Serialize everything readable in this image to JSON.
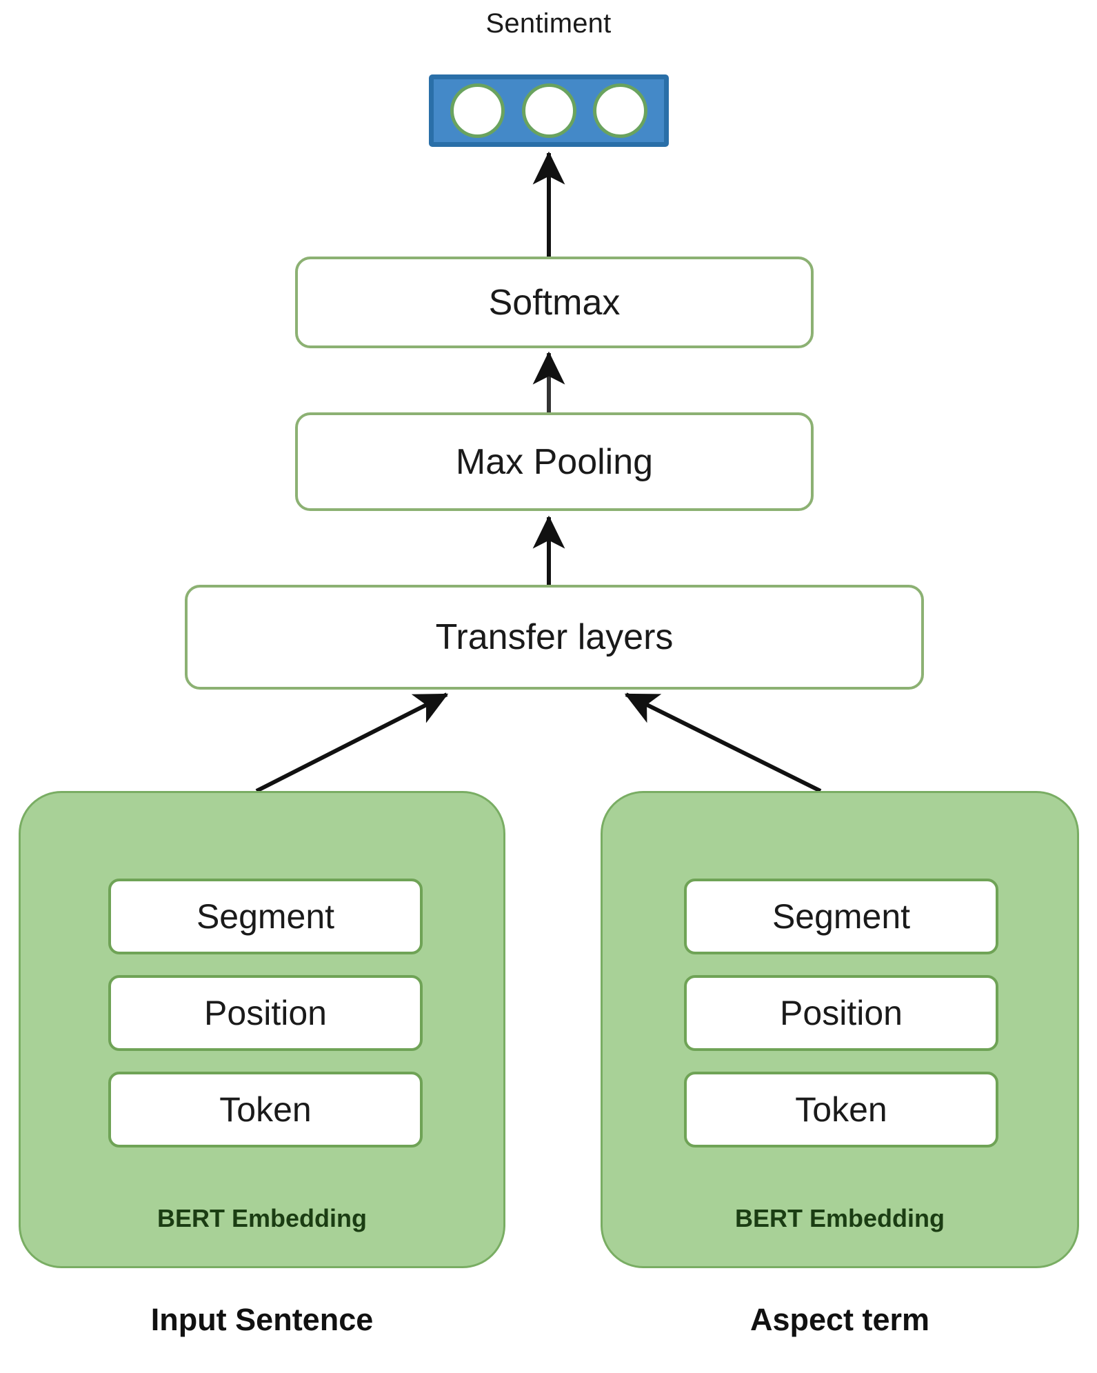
{
  "diagram": {
    "title": "Sentiment",
    "output": {
      "label": "Sentiment",
      "node_count": 3,
      "box_color": "#4489c8",
      "box_border_color": "#2a6fa8",
      "node_fill": "#ffffff",
      "node_border_color": "#6aa35e"
    },
    "pipeline": [
      {
        "id": "softmax",
        "label": "Softmax"
      },
      {
        "id": "max-pooling",
        "label": "Max Pooling"
      },
      {
        "id": "transfer-layers",
        "label": "Transfer layers"
      }
    ],
    "branches": [
      {
        "id": "input-sentence",
        "section_label": "Input Sentence",
        "caption": "BERT Embedding",
        "slots": [
          "Segment",
          "Position",
          "Token"
        ]
      },
      {
        "id": "aspect-term",
        "section_label": "Aspect term",
        "caption": "BERT Embedding",
        "slots": [
          "Segment",
          "Position",
          "Token"
        ]
      }
    ],
    "colors": {
      "group_fill": "#a8d197",
      "group_border": "#79ad63",
      "pipe_border": "#8cb173",
      "slot_border": "#6fa356",
      "arrow": "#111111",
      "background": "#ffffff"
    },
    "connectors": [
      {
        "id": "softmax-to-sentiment",
        "from": "softmax",
        "to": "sentiment",
        "style": "straight-arrow-up"
      },
      {
        "id": "maxpooling-to-softmax",
        "from": "max-pooling",
        "to": "softmax",
        "style": "straight-arrow-up"
      },
      {
        "id": "transfer-to-maxpooling",
        "from": "transfer-layers",
        "to": "max-pooling",
        "style": "straight-arrow-up"
      },
      {
        "id": "input-sentence-to-transfer",
        "from": "input-sentence",
        "to": "transfer-layers",
        "style": "diagonal-arrow-up-right"
      },
      {
        "id": "aspect-term-to-transfer",
        "from": "aspect-term",
        "to": "transfer-layers",
        "style": "diagonal-arrow-up-left"
      }
    ]
  }
}
